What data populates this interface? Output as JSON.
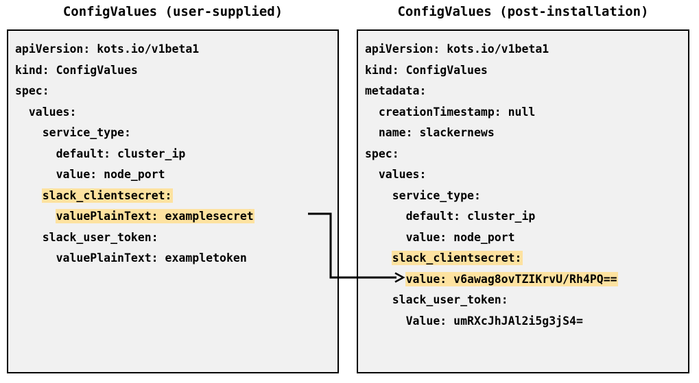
{
  "diagram": {
    "type": "yaml-comparison-with-connector",
    "background_color": "#ffffff",
    "panel_background": "#f1f1f1",
    "panel_border_color": "#000000",
    "highlight_color": "#fde2a0",
    "text_color": "#000000",
    "connector_label": "encrypted-value-mapping-arrow"
  },
  "left_panel": {
    "title": "ConfigValues (user-supplied)",
    "lines": [
      {
        "indent": 0,
        "text": "apiVersion: kots.io/v1beta1",
        "highlight": false
      },
      {
        "indent": 0,
        "text": "kind: ConfigValues",
        "highlight": false
      },
      {
        "indent": 0,
        "text": "spec:",
        "highlight": false
      },
      {
        "indent": 1,
        "text": "values:",
        "highlight": false
      },
      {
        "indent": 2,
        "text": "service_type:",
        "highlight": false
      },
      {
        "indent": 3,
        "text": "default: cluster_ip",
        "highlight": false
      },
      {
        "indent": 3,
        "text": "value: node_port",
        "highlight": false
      },
      {
        "indent": 2,
        "text": "slack_clientsecret:",
        "highlight": true
      },
      {
        "indent": 3,
        "text": "valuePlainText: examplesecret",
        "highlight": true
      },
      {
        "indent": 2,
        "text": "slack_user_token:",
        "highlight": false
      },
      {
        "indent": 3,
        "text": "valuePlainText: exampletoken",
        "highlight": false
      }
    ]
  },
  "right_panel": {
    "title": "ConfigValues (post-installation)",
    "lines": [
      {
        "indent": 0,
        "text": "apiVersion: kots.io/v1beta1",
        "highlight": false
      },
      {
        "indent": 0,
        "text": "kind: ConfigValues",
        "highlight": false
      },
      {
        "indent": 0,
        "text": "metadata:",
        "highlight": false
      },
      {
        "indent": 1,
        "text": "creationTimestamp: null",
        "highlight": false
      },
      {
        "indent": 1,
        "text": "name: slackernews",
        "highlight": false
      },
      {
        "indent": 0,
        "text": "spec:",
        "highlight": false
      },
      {
        "indent": 1,
        "text": "values:",
        "highlight": false
      },
      {
        "indent": 2,
        "text": "service_type:",
        "highlight": false
      },
      {
        "indent": 3,
        "text": "default: cluster_ip",
        "highlight": false
      },
      {
        "indent": 3,
        "text": "value: node_port",
        "highlight": false
      },
      {
        "indent": 2,
        "text": "slack_clientsecret:",
        "highlight": true
      },
      {
        "indent": 3,
        "text": "value: v6awag8ovTZIKrvU/Rh4PQ==",
        "highlight": true
      },
      {
        "indent": 2,
        "text": "slack_user_token:",
        "highlight": false
      },
      {
        "indent": 3,
        "text": "Value: umRXcJhJAl2i5g3jS4=",
        "highlight": false
      }
    ]
  }
}
